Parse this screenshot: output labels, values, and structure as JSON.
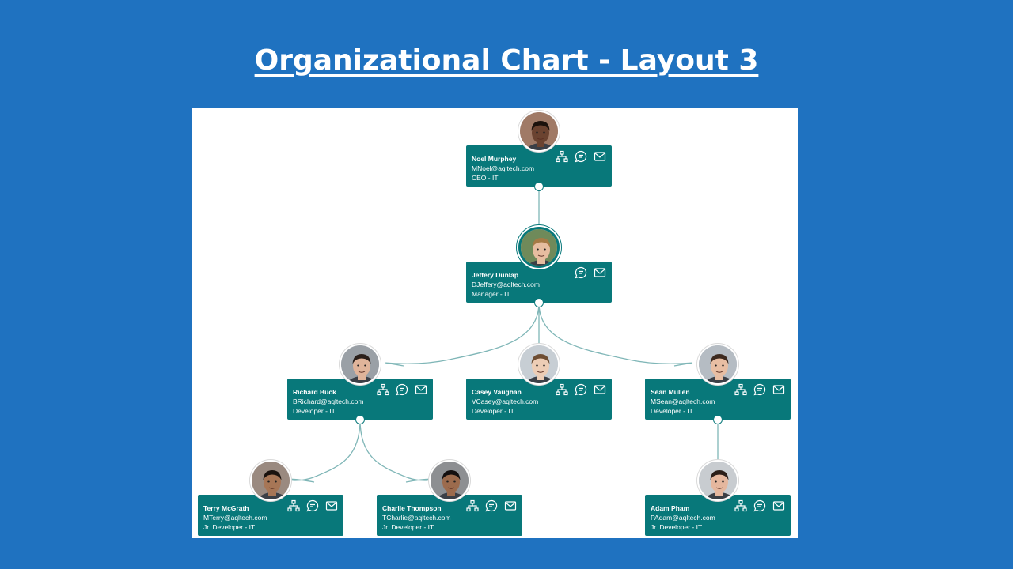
{
  "slide": {
    "title": "Organizational Chart - Layout 3"
  },
  "colors": {
    "background": "#1f72c0",
    "card": "#08787a",
    "link": "#7fb6b7"
  },
  "nodes": [
    {
      "id": "noel",
      "name": "Noel Murphey",
      "email": "MNoel@aqltech.com",
      "role": "CEO - IT",
      "icons": [
        "org-chart-icon",
        "chat-icon",
        "mail-icon"
      ],
      "skin": "#6b4330",
      "hair": "#1c120c",
      "bg": "#a07a66"
    },
    {
      "id": "jeffery",
      "name": "Jeffery Dunlap",
      "email": "DJeffery@aqltech.com",
      "role": "Manager - IT",
      "icons": [
        "chat-icon",
        "mail-icon"
      ],
      "skin": "#e6bda0",
      "hair": "#a57a45",
      "bg": "#6f8a5a"
    },
    {
      "id": "richard",
      "name": "Richard Buck",
      "email": "BRichard@aqltech.com",
      "role": "Developer - IT",
      "icons": [
        "org-chart-icon",
        "chat-icon",
        "mail-icon"
      ],
      "skin": "#e0b49a",
      "hair": "#2a1f1a",
      "bg": "#9aa0a6"
    },
    {
      "id": "casey",
      "name": "Casey Vaughan",
      "email": "VCasey@aqltech.com",
      "role": "Developer - IT",
      "icons": [
        "org-chart-icon",
        "chat-icon",
        "mail-icon"
      ],
      "skin": "#edcdb5",
      "hair": "#6e4e33",
      "bg": "#c7ced4"
    },
    {
      "id": "sean",
      "name": "Sean Mullen",
      "email": "MSean@aqltech.com",
      "role": "Developer - IT",
      "icons": [
        "org-chart-icon",
        "chat-icon",
        "mail-icon"
      ],
      "skin": "#e8bea3",
      "hair": "#3d2a1f",
      "bg": "#b5bcc3"
    },
    {
      "id": "terry",
      "name": "Terry McGrath",
      "email": "MTerry@aqltech.com",
      "role": "Jr. Developer - IT",
      "icons": [
        "org-chart-icon",
        "chat-icon",
        "mail-icon"
      ],
      "skin": "#a77656",
      "hair": "#1a130f",
      "bg": "#9a8a80"
    },
    {
      "id": "charlie",
      "name": "Charlie Thompson",
      "email": "TCharlie@aqltech.com",
      "role": "Jr. Developer - IT",
      "icons": [
        "org-chart-icon",
        "chat-icon",
        "mail-icon"
      ],
      "skin": "#9c6b4d",
      "hair": "#141010",
      "bg": "#8d8f92"
    },
    {
      "id": "adam",
      "name": "Adam Pham",
      "email": "PAdam@aqltech.com",
      "role": "Jr. Developer - IT",
      "icons": [
        "org-chart-icon",
        "chat-icon",
        "mail-icon"
      ],
      "skin": "#e5b79e",
      "hair": "#2b1e18",
      "bg": "#c8ccd0"
    }
  ],
  "links": [
    {
      "from": "noel",
      "to": "jeffery"
    },
    {
      "from": "jeffery",
      "to": "richard"
    },
    {
      "from": "jeffery",
      "to": "casey"
    },
    {
      "from": "jeffery",
      "to": "sean"
    },
    {
      "from": "richard",
      "to": "terry"
    },
    {
      "from": "richard",
      "to": "charlie"
    },
    {
      "from": "sean",
      "to": "adam"
    }
  ]
}
